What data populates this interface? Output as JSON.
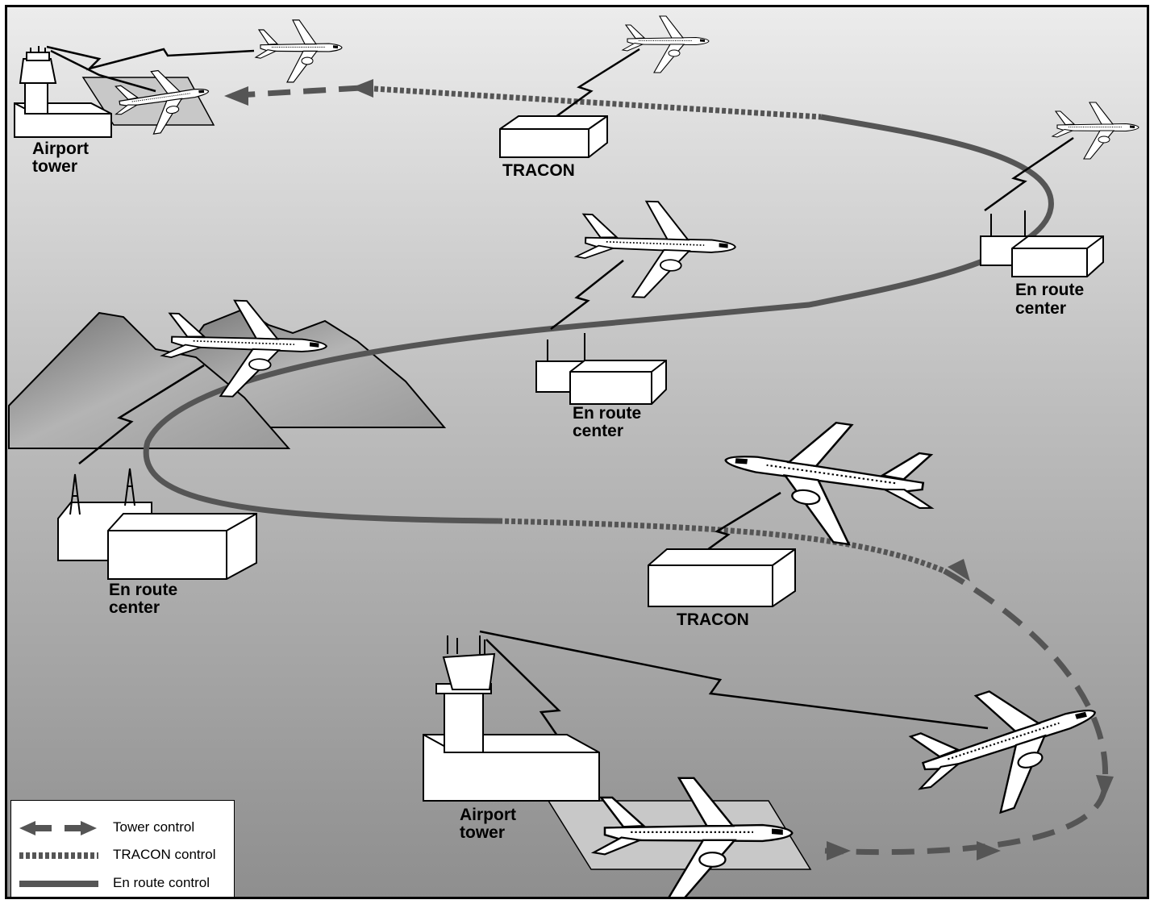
{
  "labels": {
    "airport_tower_top": [
      "Airport",
      "tower"
    ],
    "tracon_top": "TRACON",
    "en_route_right": [
      "En route",
      "center"
    ],
    "en_route_middle": [
      "En route",
      "center"
    ],
    "en_route_left": [
      "En route",
      "center"
    ],
    "tracon_bottom": "TRACON",
    "airport_tower_bottom": [
      "Airport",
      "tower"
    ]
  },
  "legend": {
    "tower": "Tower control",
    "tracon": "TRACON control",
    "en_route": "En route control"
  },
  "colors": {
    "route": "#555555",
    "line": "#000000",
    "building": "#ffffff",
    "runway": "#c8c8c8",
    "mountain": "#8a8a8a"
  }
}
